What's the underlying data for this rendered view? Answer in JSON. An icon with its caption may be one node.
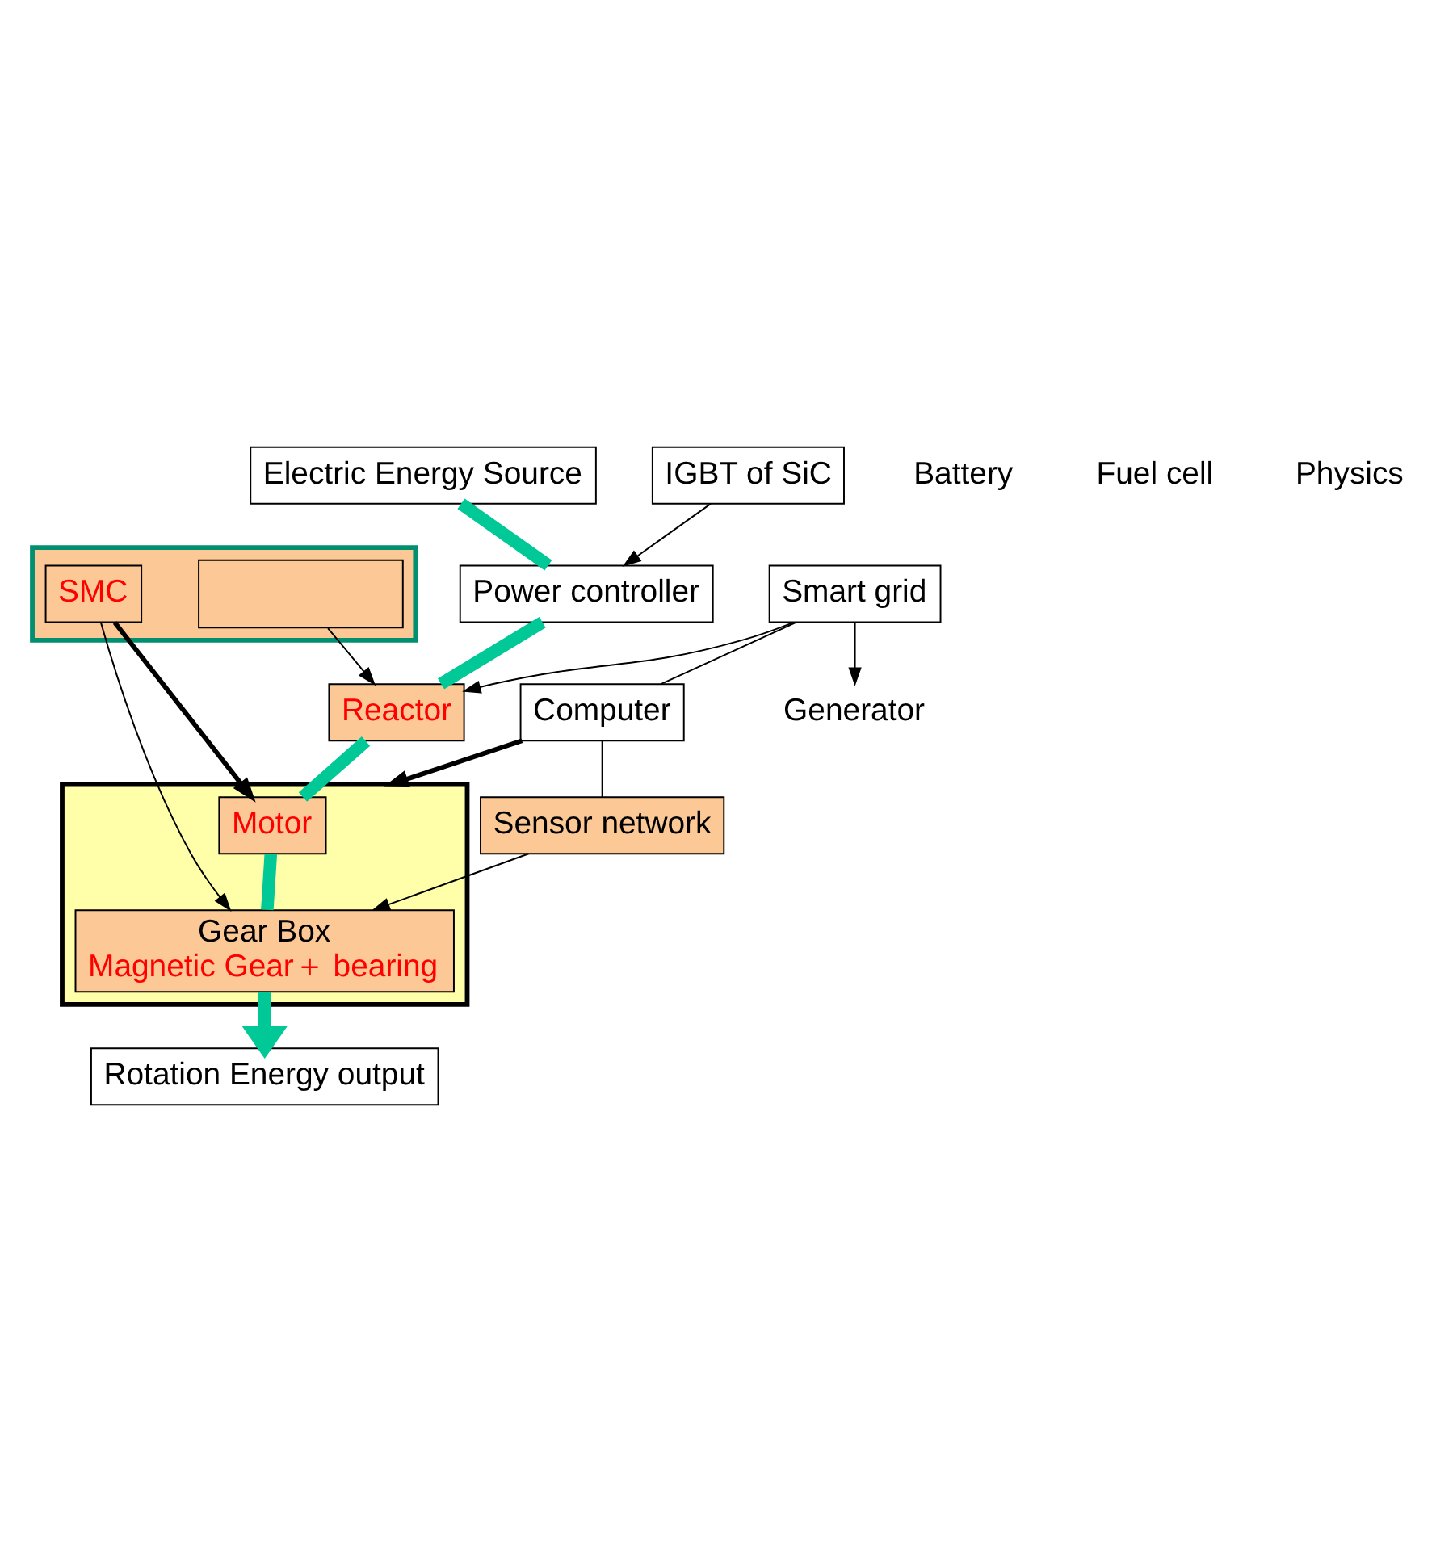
{
  "diagram": {
    "nodes": [
      {
        "text": [
          "Electric Energy Source"
        ]
      },
      {
        "text": [
          "Generator"
        ]
      },
      {
        "text": [
          "IGBT of SiC"
        ]
      },
      {
        "text": [
          "Power controller"
        ]
      },
      {
        "text": [
          "Reactor"
        ]
      },
      {
        "text": [],
        "shape": "box"
      },
      {
        "text": [],
        "shape": "box",
        "in": 5
      },
      {
        "text": [
          "SMC"
        ],
        "in": 5
      },
      {
        "text": [],
        "shape": "box"
      },
      {
        "text": [
          "Motor"
        ],
        "in": 8
      },
      {
        "text": [
          "Gear Box",
          "Magnetic Gear＋ bearing"
        ],
        "in": 8
      },
      {
        "text": [
          "Smart grid"
        ]
      },
      {
        "text": [
          "Computer"
        ]
      },
      {
        "text": [
          "Sensor network"
        ]
      },
      {
        "text": [
          "Rotation Energy output"
        ]
      }
    ],
    "edges": [
      {
        "from": 0,
        "to": 3,
        "arrow": "none",
        "style": "thick",
        "color": "#00c896"
      },
      {
        "from": 3,
        "to": 4,
        "arrow": "none",
        "style": "thick",
        "color": "#00c896"
      },
      {
        "from": 4,
        "to": 9,
        "arrow": "none",
        "style": "thick",
        "color": "#00c896"
      },
      {
        "from": 9,
        "to": 10,
        "arrow": "none",
        "style": "thick",
        "color": "#00c896"
      },
      {
        "from": 10,
        "to": 14,
        "arrow": "to",
        "style": "thick",
        "color": "#00c896"
      },
      {
        "from": 2,
        "to": 3,
        "arrow": "to"
      },
      {
        "from": 6,
        "to": 4,
        "arrow": "to"
      },
      {
        "from": 7,
        "to": 9,
        "arrow": "to",
        "style": "thick"
      },
      {
        "from": 7,
        "to": 10,
        "arrow": "to"
      },
      {
        "from": 11,
        "to": 4,
        "arrow": "to"
      },
      {
        "from": 11,
        "to": 1,
        "arrow": "to"
      },
      {
        "from": 12,
        "to": 8,
        "arrow": "to",
        "style": "thick"
      },
      {
        "from": 11,
        "to": 12,
        "arrow": "none"
      },
      {
        "from": 12,
        "to": 13,
        "arrow": "none"
      },
      {
        "from": 13,
        "to": 10,
        "arrow": "to"
      }
    ],
    "labels": [
      "Battery",
      "Fuel cell",
      "Physics"
    ]
  }
}
